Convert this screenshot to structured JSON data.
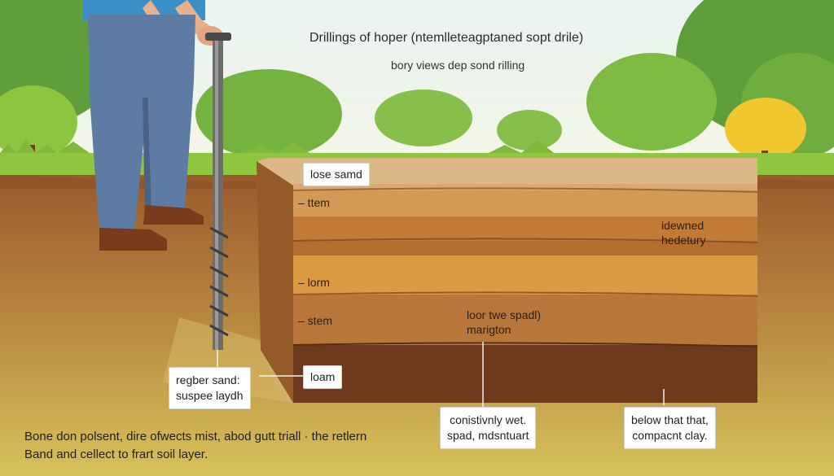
{
  "diagram": {
    "title": "Drillings of hoper (ntemlleteagptaned sopt drile)",
    "subtitle": "bory views dep sond rilling",
    "surface_label": "lose samd",
    "layer_labels": {
      "layer1": "– ttem",
      "layer2_line1": "idewned",
      "layer2_line2": "hedetury",
      "layer3": "– lorm",
      "layer4": "– stem",
      "layer4b_line1": "loor twe spadl)",
      "layer4b_line2": "marigton",
      "loam": "loam"
    },
    "callouts": {
      "left_line1": "regber sand:",
      "left_line2": "suspee laydh",
      "middle_line1": "conistivnly wet.",
      "middle_line2": "spad, mdsntuart",
      "right_line1": "below that that,",
      "right_line2": "compacnt clay."
    },
    "caption_line1": "Bone don polsent, dire ofwects mist, abod gutt triall · the retlern",
    "caption_line2": "Band and cellect to frart soil layer."
  },
  "colors": {
    "sky": "#e6f2f0",
    "grass": "#8ec63f",
    "ground": "#b07a3e",
    "sand_top": "#d9b27a",
    "deep_soil": "#6e3a1d",
    "bush_yellow": "#f2c62e"
  },
  "icons": {
    "person": "person-with-drill",
    "drill": "auger-drill-icon",
    "bushes": "bush-icon"
  }
}
